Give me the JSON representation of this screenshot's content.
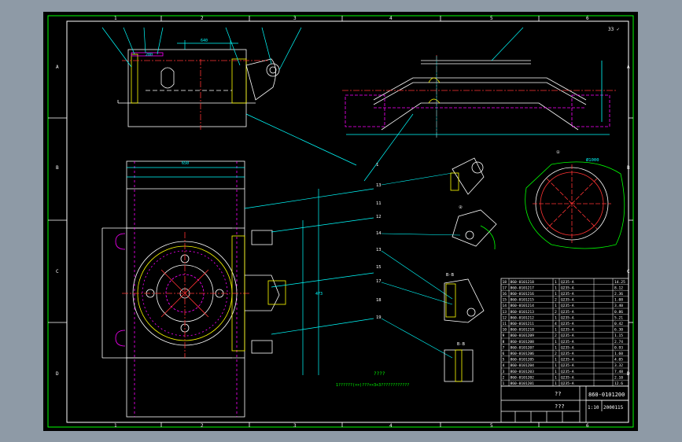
{
  "drawing": {
    "corner_mark": "33 ✓",
    "zone_cols_top": [
      "1",
      "2",
      "3",
      "4",
      "5",
      "6"
    ],
    "zone_cols_bottom": [
      "1",
      "2",
      "3",
      "4",
      "5",
      "6"
    ],
    "zone_rows_left": [
      "A",
      "B",
      "C",
      "D"
    ],
    "zone_rows_right": [
      "A",
      "B",
      "C",
      "D"
    ],
    "callouts_right": [
      "1",
      "13",
      "11",
      "12",
      "14",
      "13",
      "15",
      "17",
      "18",
      "19"
    ],
    "tech_note_title": "????",
    "tech_note_line": "1??????(××)???××3+3????????????",
    "section_labels": [
      "B-B",
      "B-B"
    ],
    "views": [
      "①",
      "②"
    ],
    "dims": {
      "top_w1": "280",
      "top_w2": "640",
      "plan_w": "650",
      "plan_h": "473",
      "dia": "Ø1000"
    }
  },
  "bom": {
    "rows": [
      {
        "no": "18",
        "code": "860-0101218",
        "qty": "1",
        "mat": "Q235-A",
        "wt": "14.25"
      },
      {
        "no": "17",
        "code": "860-0101217",
        "qty": "1",
        "mat": "Q235-A",
        "wt": "8.12"
      },
      {
        "no": "16",
        "code": "860-0101216",
        "qty": "1",
        "mat": "Q235-A",
        "wt": "2.36"
      },
      {
        "no": "15",
        "code": "860-0101215",
        "qty": "2",
        "mat": "Q235-A",
        "wt": "1.08"
      },
      {
        "no": "14",
        "code": "860-0101214",
        "qty": "1",
        "mat": "Q235-A",
        "wt": "3.40"
      },
      {
        "no": "13",
        "code": "860-0101213",
        "qty": "2",
        "mat": "Q235-A",
        "wt": "0.86"
      },
      {
        "no": "12",
        "code": "860-0101212",
        "qty": "1",
        "mat": "Q235-A",
        "wt": "5.21"
      },
      {
        "no": "11",
        "code": "860-0101211",
        "qty": "4",
        "mat": "Q235-A",
        "wt": "0.42"
      },
      {
        "no": "10",
        "code": "860-0101210",
        "qty": "1",
        "mat": "Q235-A",
        "wt": "6.30"
      },
      {
        "no": "9",
        "code": "860-0101209",
        "qty": "2",
        "mat": "Q235-A",
        "wt": "1.15"
      },
      {
        "no": "8",
        "code": "860-0101208",
        "qty": "1",
        "mat": "Q235-A",
        "wt": "2.74"
      },
      {
        "no": "7",
        "code": "860-0101207",
        "qty": "1",
        "mat": "Q235-A",
        "wt": "0.93"
      },
      {
        "no": "6",
        "code": "860-0101206",
        "qty": "2",
        "mat": "Q235-A",
        "wt": "1.60"
      },
      {
        "no": "5",
        "code": "860-0101205",
        "qty": "1",
        "mat": "Q235-A",
        "wt": "4.05"
      },
      {
        "no": "4",
        "code": "860-0101204",
        "qty": "1",
        "mat": "Q235-A",
        "wt": "3.32"
      },
      {
        "no": "3",
        "code": "860-0101203",
        "qty": "1",
        "mat": "Q235-A",
        "wt": "7.48"
      },
      {
        "no": "2",
        "code": "860-0101202",
        "qty": "1",
        "mat": "Q235-A",
        "wt": "2.10"
      },
      {
        "no": "1",
        "code": "860-0101201",
        "qty": "1",
        "mat": "Q235-A",
        "wt": "12.6"
      }
    ]
  },
  "title_block": {
    "name": "??",
    "drawing_no": "860-0101200",
    "name2": "???",
    "scale": "1:10",
    "sheet": "2000115"
  },
  "colors": {
    "frame": "#00ff00",
    "line": "#ffffff",
    "cyan": "#00ffff",
    "yellow": "#ffff00",
    "magenta": "#ff00ff",
    "red": "#ff3333",
    "green": "#00ff00"
  }
}
